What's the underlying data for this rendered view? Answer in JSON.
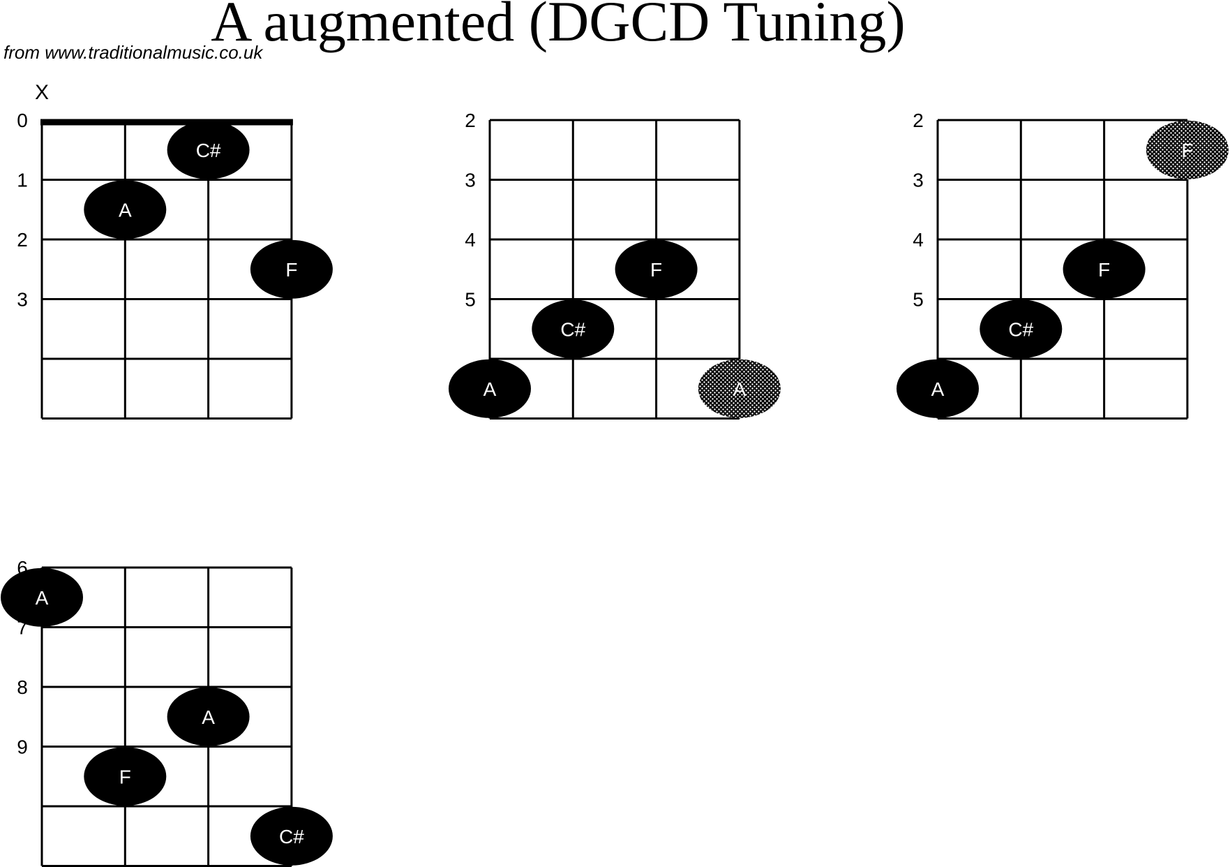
{
  "title": "A augmented (DGCD Tuning)",
  "source": "from www.traditionalmusic.co.uk",
  "colors": {
    "line": "#000000",
    "dot": "#000000",
    "dot_text": "#ffffff",
    "alt_dot": "#9a9a9a"
  },
  "diagrams": [
    {
      "fret_labels": [
        "0",
        "1",
        "2",
        "3"
      ],
      "nut": true,
      "muted": [
        "X",
        "",
        "",
        ""
      ],
      "dots": [
        {
          "string": 2,
          "fret": 1,
          "note": "C#",
          "style": "solid"
        },
        {
          "string": 1,
          "fret": 2,
          "note": "A",
          "style": "solid"
        },
        {
          "string": 3,
          "fret": 3,
          "note": "F",
          "style": "solid"
        }
      ]
    },
    {
      "fret_labels": [
        "2",
        "3",
        "4",
        "5"
      ],
      "nut": false,
      "muted": [
        "",
        "",
        "",
        ""
      ],
      "dots": [
        {
          "string": 2,
          "fret": 3,
          "note": "F",
          "style": "solid"
        },
        {
          "string": 1,
          "fret": 4,
          "note": "C#",
          "style": "solid"
        },
        {
          "string": 0,
          "fret": 5,
          "note": "A",
          "style": "solid"
        },
        {
          "string": 3,
          "fret": 5,
          "note": "A",
          "style": "dotted"
        }
      ]
    },
    {
      "fret_labels": [
        "2",
        "3",
        "4",
        "5"
      ],
      "nut": false,
      "muted": [
        "",
        "",
        "",
        ""
      ],
      "dots": [
        {
          "string": 3,
          "fret": 1,
          "note": "F",
          "style": "dotted"
        },
        {
          "string": 2,
          "fret": 3,
          "note": "F",
          "style": "solid"
        },
        {
          "string": 1,
          "fret": 4,
          "note": "C#",
          "style": "solid"
        },
        {
          "string": 0,
          "fret": 5,
          "note": "A",
          "style": "solid"
        }
      ]
    },
    {
      "fret_labels": [
        "6",
        "7",
        "8",
        "9"
      ],
      "nut": false,
      "muted": [
        "",
        "",
        "",
        ""
      ],
      "dots": [
        {
          "string": 0,
          "fret": 1,
          "note": "A",
          "style": "solid"
        },
        {
          "string": 2,
          "fret": 3,
          "note": "A",
          "style": "solid"
        },
        {
          "string": 1,
          "fret": 4,
          "note": "F",
          "style": "solid"
        },
        {
          "string": 3,
          "fret": 5,
          "note": "C#",
          "style": "solid"
        }
      ]
    }
  ]
}
